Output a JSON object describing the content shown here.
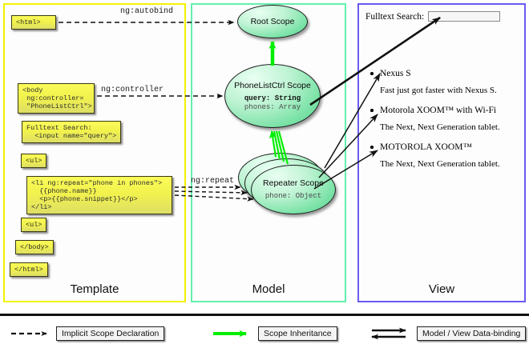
{
  "panels": {
    "template": {
      "label": "Template",
      "border_color": "#f2f200"
    },
    "model": {
      "label": "Model",
      "border_color": "#63f0ad"
    },
    "view": {
      "label": "View",
      "border_color": "#6a5bf0"
    }
  },
  "template_column": {
    "boxes": [
      {
        "name": "html-open",
        "text": "<html>"
      },
      {
        "name": "body-open",
        "text": "<body\n ng:controller=\n \"PhoneListCtrl\">"
      },
      {
        "name": "fulltext-search",
        "text": "Fulltext Search:\n  <input name=\"query\">"
      },
      {
        "name": "ul-open",
        "text": "<ul>"
      },
      {
        "name": "li-repeat",
        "text": "<li ng:repeat=\"phone in phones\">\n  {{phone.name}}\n  <p>{{phone.snippet}}</p>\n</li>"
      },
      {
        "name": "ul-close",
        "text": "<ul>"
      },
      {
        "name": "body-close",
        "text": "</body>"
      },
      {
        "name": "html-close",
        "text": "</html>"
      }
    ]
  },
  "model_column": {
    "scopes": [
      {
        "name": "root-scope",
        "title": "Root\nScope",
        "props": []
      },
      {
        "name": "phonelistctrl-scope",
        "title": "PhoneListCtrl\nScope",
        "props": [
          {
            "text": "query: String",
            "emphasis": "bold"
          },
          {
            "text": "phones: Array",
            "emphasis": "normal"
          }
        ]
      },
      {
        "name": "repeater-scope",
        "title": "Repeater\nScope",
        "props": [
          {
            "text": "phone: Object",
            "emphasis": "normal"
          }
        ]
      }
    ]
  },
  "edge_labels": [
    {
      "name": "ng-autobind",
      "text": "ng:autobind"
    },
    {
      "name": "ng-controller",
      "text": "ng:controller"
    },
    {
      "name": "ng-repeat",
      "text": "ng:repeat"
    }
  ],
  "view_column": {
    "search_label": "Fulltext Search:",
    "search_value": "",
    "search_placeholder": "",
    "items": [
      {
        "name": "Nexus S",
        "snippet": "Fast just got faster with Nexus S."
      },
      {
        "name": "Motorola XOOM™  with Wi-Fi",
        "snippet": "The Next, Next Generation tablet."
      },
      {
        "name": "MOTOROLA XOOM™",
        "snippet": "The Next, Next Generation tablet."
      }
    ]
  },
  "legend": [
    {
      "name": "implicit-scope-declaration",
      "label": "Implicit Scope Declaration",
      "style": "dashed-arrow",
      "color": "#111111"
    },
    {
      "name": "scope-inheritance",
      "label": "Scope Inheritance",
      "style": "green-arrow",
      "color": "#00ee00"
    },
    {
      "name": "model-view-data-binding",
      "label": "Model / View Data-binding",
      "style": "double-arrow",
      "color": "#111111"
    }
  ]
}
